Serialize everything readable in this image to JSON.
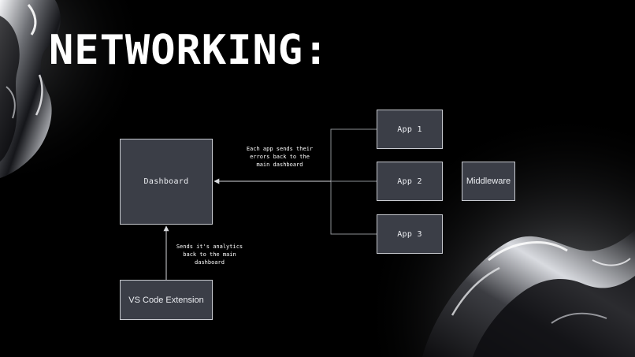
{
  "title": "NETWORKING:",
  "nodes": {
    "dashboard": "Dashboard",
    "app1": "App 1",
    "app2": "App 2",
    "app3": "App 3",
    "middleware": "Middleware",
    "vscode_extension": "VS Code Extension"
  },
  "notes": {
    "errors": [
      "Each app sends their",
      "errors back to the",
      "main dashboard"
    ],
    "analytics": [
      "Sends it's analytics",
      "back to the main",
      "dashboard"
    ]
  },
  "colors": {
    "background": "#000000",
    "node_fill": "#3b3e47",
    "node_border": "#c8cad0",
    "connector": "#8d8f95",
    "text": "#ffffff"
  }
}
